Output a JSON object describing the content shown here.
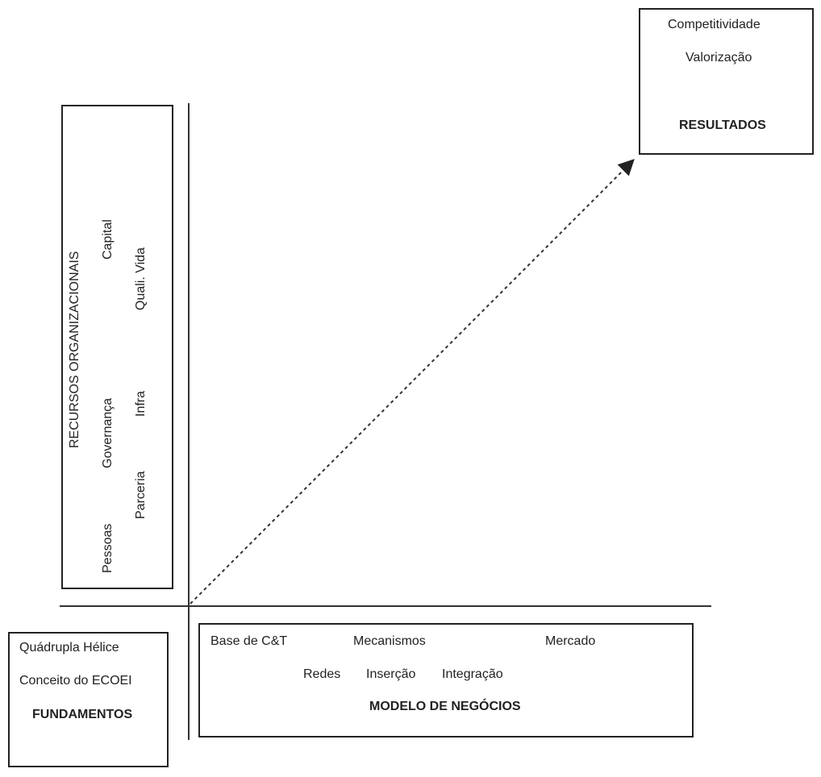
{
  "resultados": {
    "line1": "Competitividade",
    "line2": "Valorização",
    "title": "RESULTADOS"
  },
  "recursos": {
    "title": "RECURSOS ORGANIZACIONAIS",
    "col1": "Pessoas",
    "col2a": "Governança",
    "col2b": "Capital",
    "col3a": "Parceria",
    "col3b": "Infra",
    "col3c": "Quali. Vida"
  },
  "fundamentos": {
    "line1": "Quádrupla Hélice",
    "line2": "Conceito do ECOEI",
    "title": "FUNDAMENTOS"
  },
  "modelo": {
    "item1": "Base de C&T",
    "item2": "Mecanismos",
    "item3": "Mercado",
    "item4": "Redes",
    "item5": "Inserção",
    "item6": "Integração",
    "title": "MODELO DE NEGÓCIOS"
  },
  "colors": {
    "line": "#333333",
    "text": "#222222"
  }
}
